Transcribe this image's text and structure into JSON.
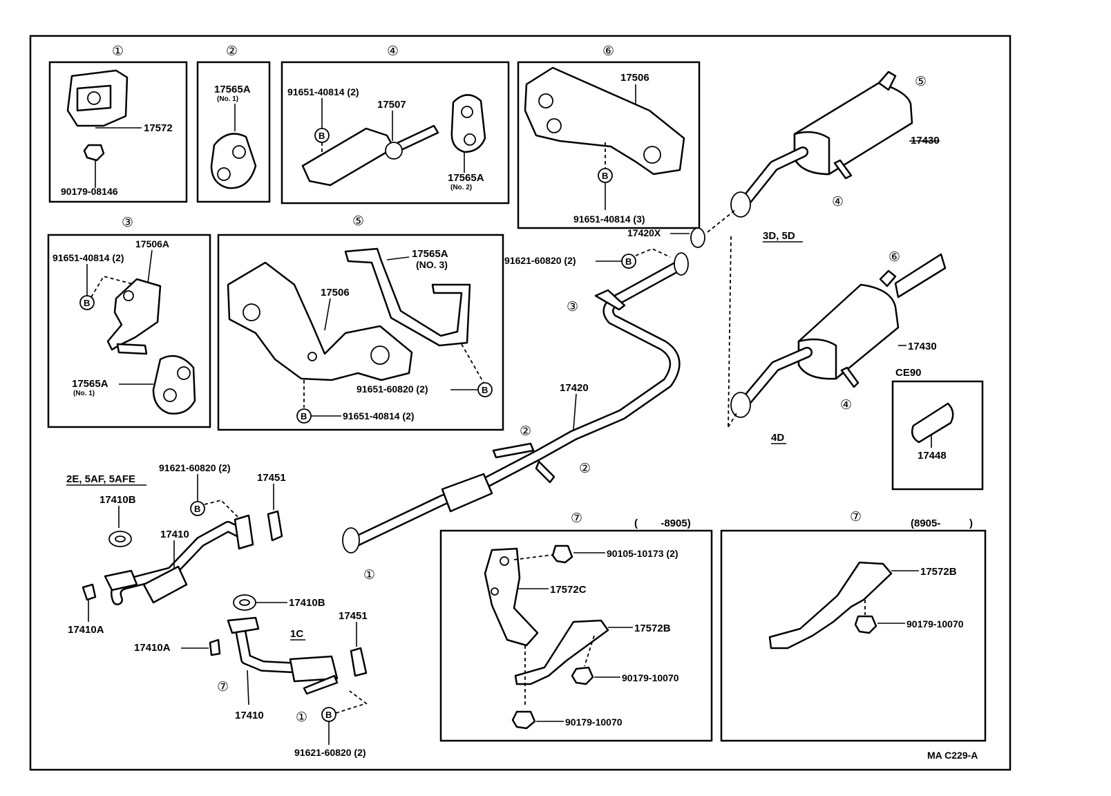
{
  "section_markers": {
    "s1": "①",
    "s2": "②",
    "s3": "③",
    "s4": "④",
    "s5": "⑤",
    "s6": "⑥",
    "s7": "⑦"
  },
  "bolt_symbol": "B",
  "panel1": {
    "part_mount": "17572",
    "part_nut": "90179-08146"
  },
  "panel2": {
    "part_hanger": "17565A",
    "hanger_note": "(No. 1)"
  },
  "panel3": {
    "part_bracket": "17506A",
    "part_bolt": "91651-40814 (2)",
    "part_hanger": "17565A",
    "hanger_note": "(No. 1)"
  },
  "panel4": {
    "part_bolt": "91651-40814 (2)",
    "part_bracket": "17507",
    "part_hanger": "17565A",
    "hanger_note": "(No. 2)"
  },
  "panel5": {
    "part_hanger": "17565A",
    "hanger_note": "(NO. 3)",
    "part_bracket": "17506",
    "part_bolt_a": "91651-60820 (2)",
    "part_bolt_b": "91651-40814 (2)"
  },
  "panel6": {
    "part_bracket": "17506",
    "part_bolt": "91651-40814 (3)"
  },
  "main": {
    "gasket": "17420X",
    "bolt_pipe": "91621-60820 (2)",
    "pipe": "17420",
    "muffler_top": "17430",
    "muffler_bottom": "17430",
    "variant_top": "3D, 5D",
    "variant_bottom": "4D"
  },
  "ce90": {
    "title": "CE90",
    "part": "17448"
  },
  "front_pipe_2e": {
    "engine_label": "2E, 5AF, 5AFE",
    "bolt": "91621-60820 (2)",
    "ring": "17451",
    "gasket": "17410B",
    "pipe": "17410",
    "stud": "17410A"
  },
  "front_pipe_1c": {
    "engine_label": "1C",
    "gasket": "17410B",
    "ring": "17451",
    "stud": "17410A",
    "pipe": "17410",
    "bolt": "91621-60820 (2)"
  },
  "panel7a": {
    "date_range": "(        -8905)",
    "bolt": "90105-10173 (2)",
    "bracket_c": "17572C",
    "bracket_b": "17572B",
    "nut_a": "90179-10070",
    "nut_b": "90179-10070"
  },
  "panel7b": {
    "date_range": "(8905-          )",
    "bracket_b": "17572B",
    "nut": "90179-10070"
  },
  "figure_code": "MA C229-A"
}
